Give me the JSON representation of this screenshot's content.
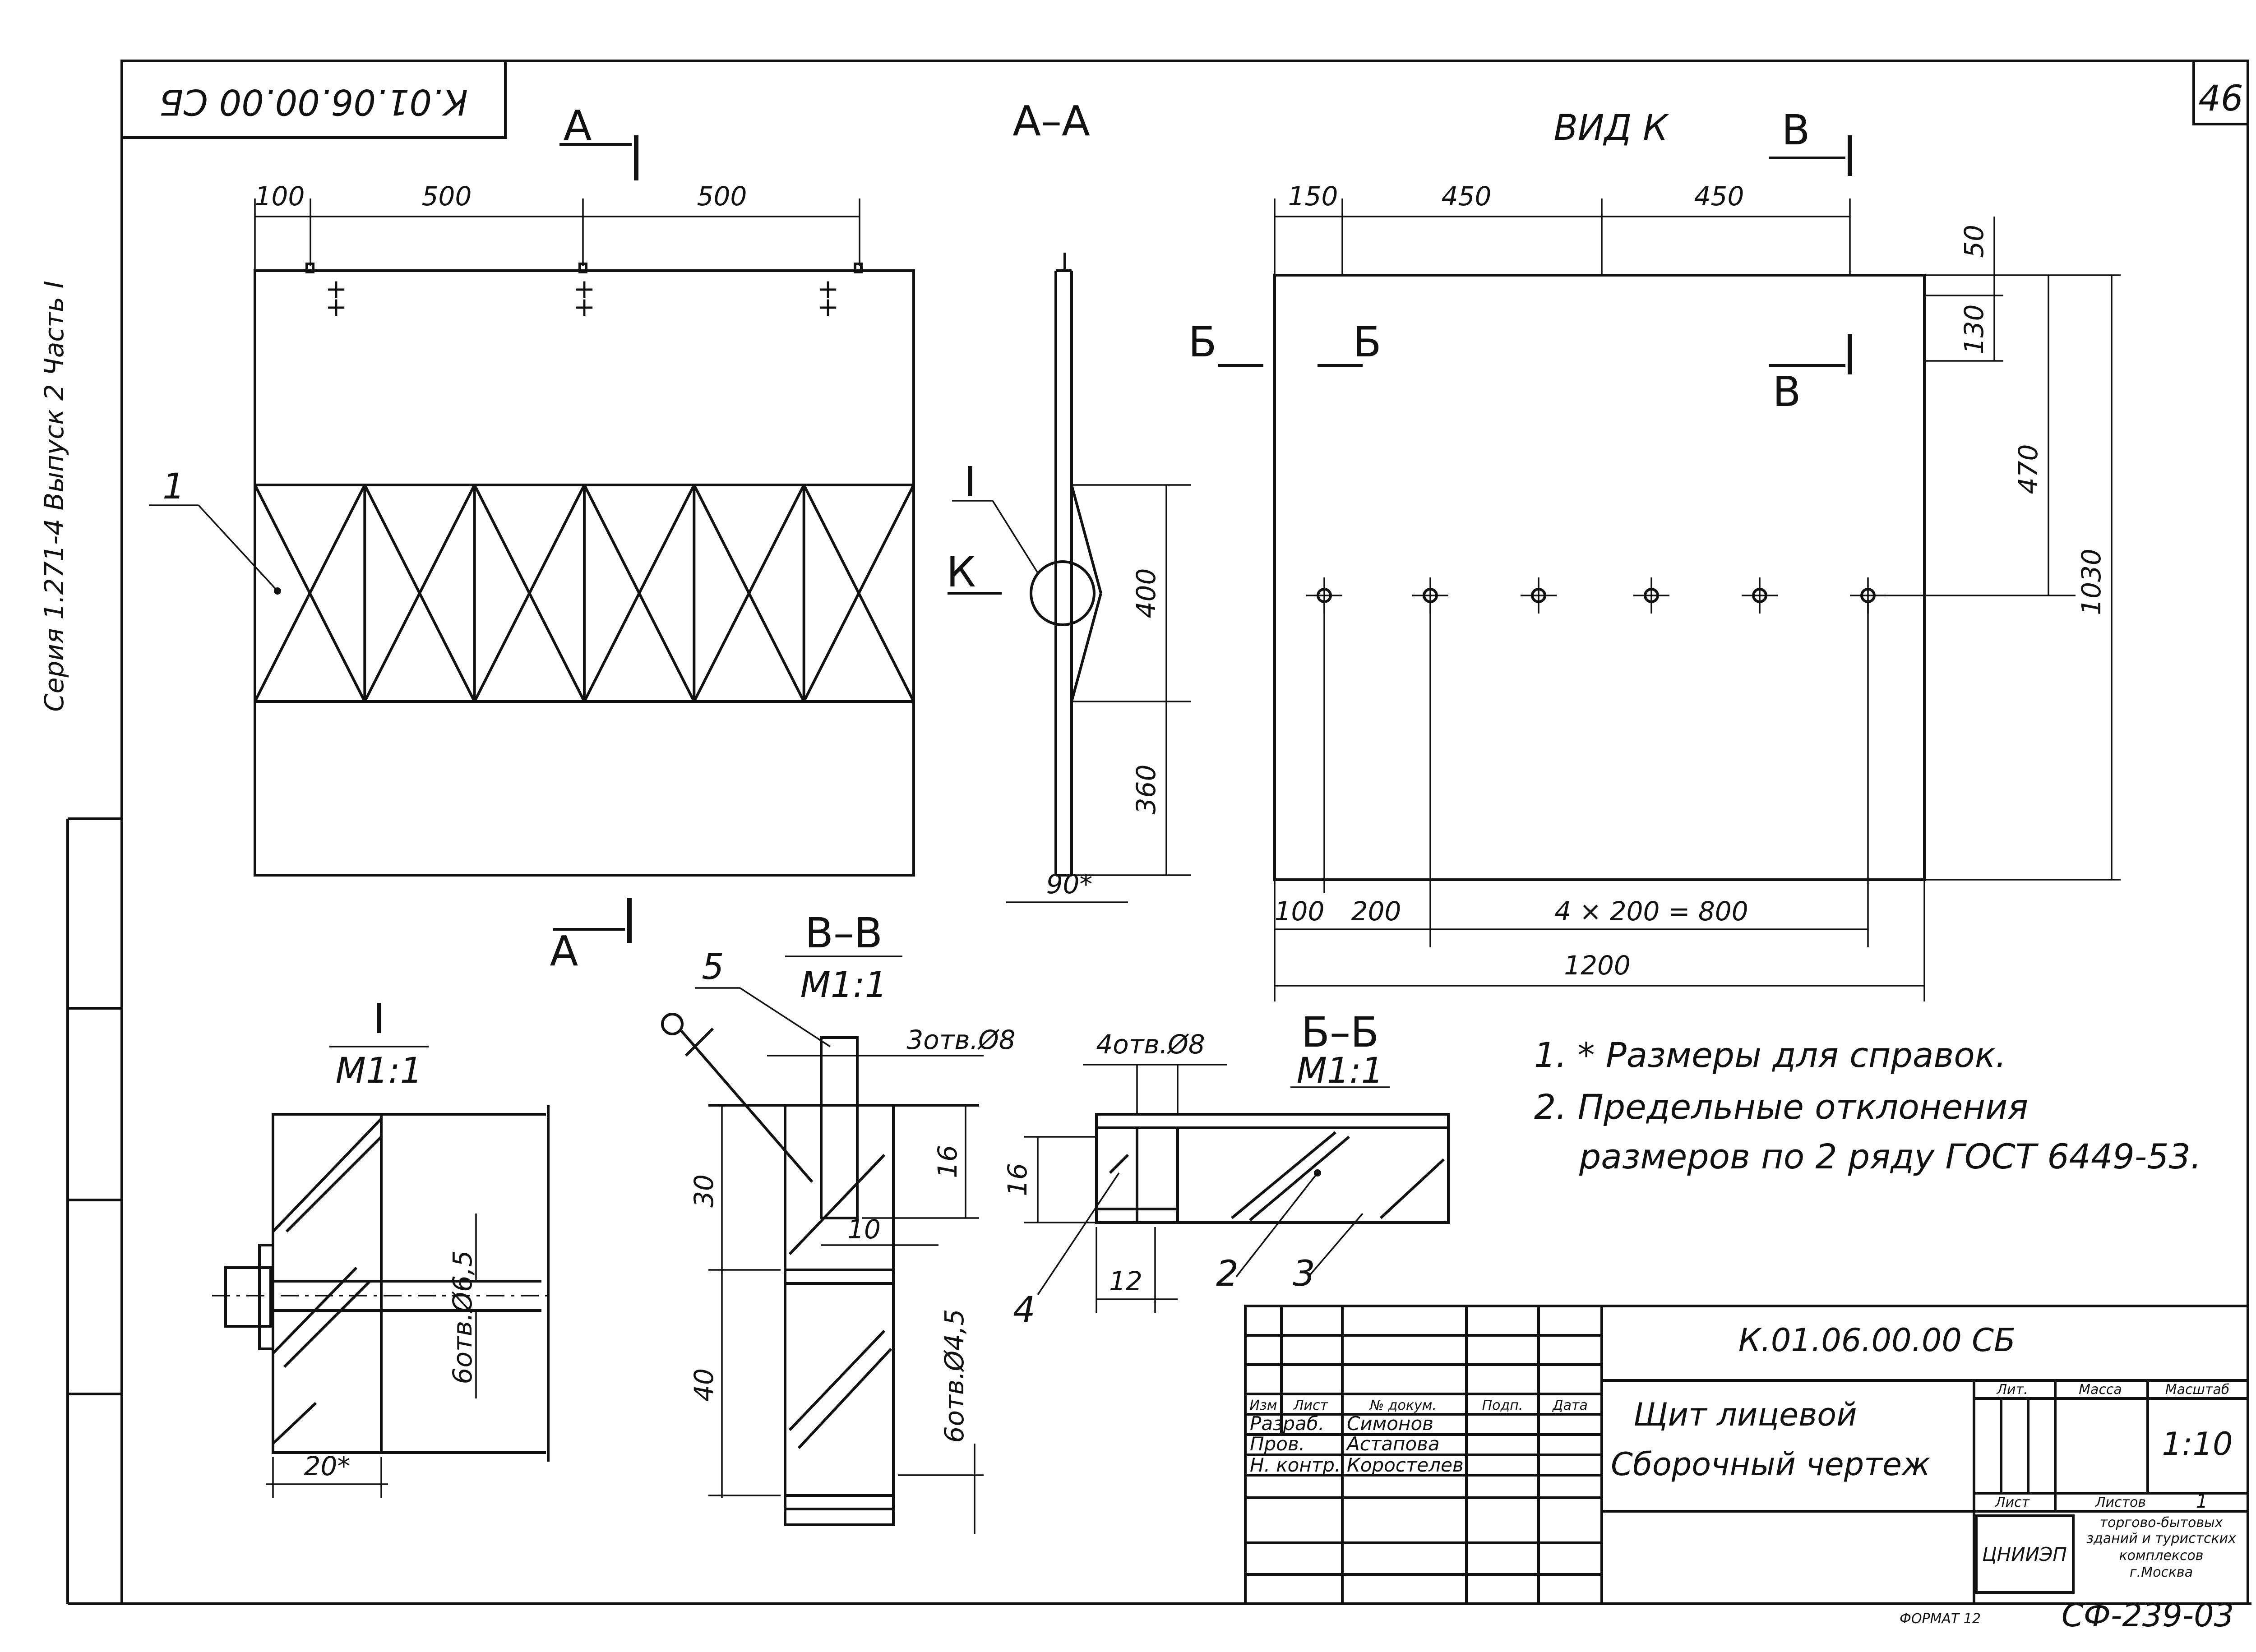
{
  "sheet": {
    "number": "46",
    "code_top": "К.01.06.00.00 СБ",
    "side_label": "Серия 1.271-4   Выпуск 2 Часть I",
    "format": "ФОРМАТ 12",
    "archive_code": "СФ-239-03"
  },
  "sections": {
    "aa": "А–А",
    "vid_k": "ВИД К",
    "vv": "В–В",
    "bb": "Б–Б",
    "node": "I",
    "scale_1_1": "М1:1",
    "cut_a": "А",
    "cut_b": "Б",
    "cut_v": "В",
    "view_k": "К"
  },
  "dims": {
    "front_top": [
      "100",
      "500",
      "500"
    ],
    "aa_height": [
      "400",
      "360"
    ],
    "aa_bottom": "90*",
    "vk_top": [
      "150",
      "450",
      "450"
    ],
    "vk_right": [
      "50",
      "130",
      "470",
      "1030"
    ],
    "vk_bottom": [
      "100",
      "200",
      "4 × 200 = 800"
    ],
    "vk_total": "1200",
    "node_hole": "6отв.Ø6,5",
    "node_width": "20*",
    "vv_holes": "3отв.Ø8",
    "vv_dims": [
      "16",
      "30",
      "10",
      "40"
    ],
    "vv_hole_side": "6отв.Ø4,5",
    "bb_holes": "4отв.Ø8",
    "bb_dims": [
      "16",
      "12"
    ]
  },
  "callouts": [
    "1",
    "5",
    "4",
    "2",
    "3"
  ],
  "notes": [
    "1. * Размеры для справок.",
    "2. Предельные отклонения",
    "размеров по 2 ряду ГОСТ 6449-53."
  ],
  "title_block": {
    "code": "К.01.06.00.00 СБ",
    "name_line1": "Щит лицевой",
    "name_line2": "Сборочный чертеж",
    "headers": [
      "Изм",
      "Лист",
      "№ докум.",
      "Подп.",
      "Дата"
    ],
    "roles": [
      "Разраб.",
      "Пров.",
      "Н. контр."
    ],
    "people": [
      "Симонов",
      "Астапова",
      "Коростелев"
    ],
    "lit": "Лит.",
    "mass": "Масса",
    "scale_label": "Масштаб",
    "scale": "1:10",
    "sheet_label": "Лист",
    "sheets_label": "Листов",
    "sheets": "1",
    "org_logo": "ЦНИИЭП",
    "org_text": [
      "торгово-бытовых",
      "зданий и туристских",
      "комплексов",
      "г.Москва"
    ]
  }
}
